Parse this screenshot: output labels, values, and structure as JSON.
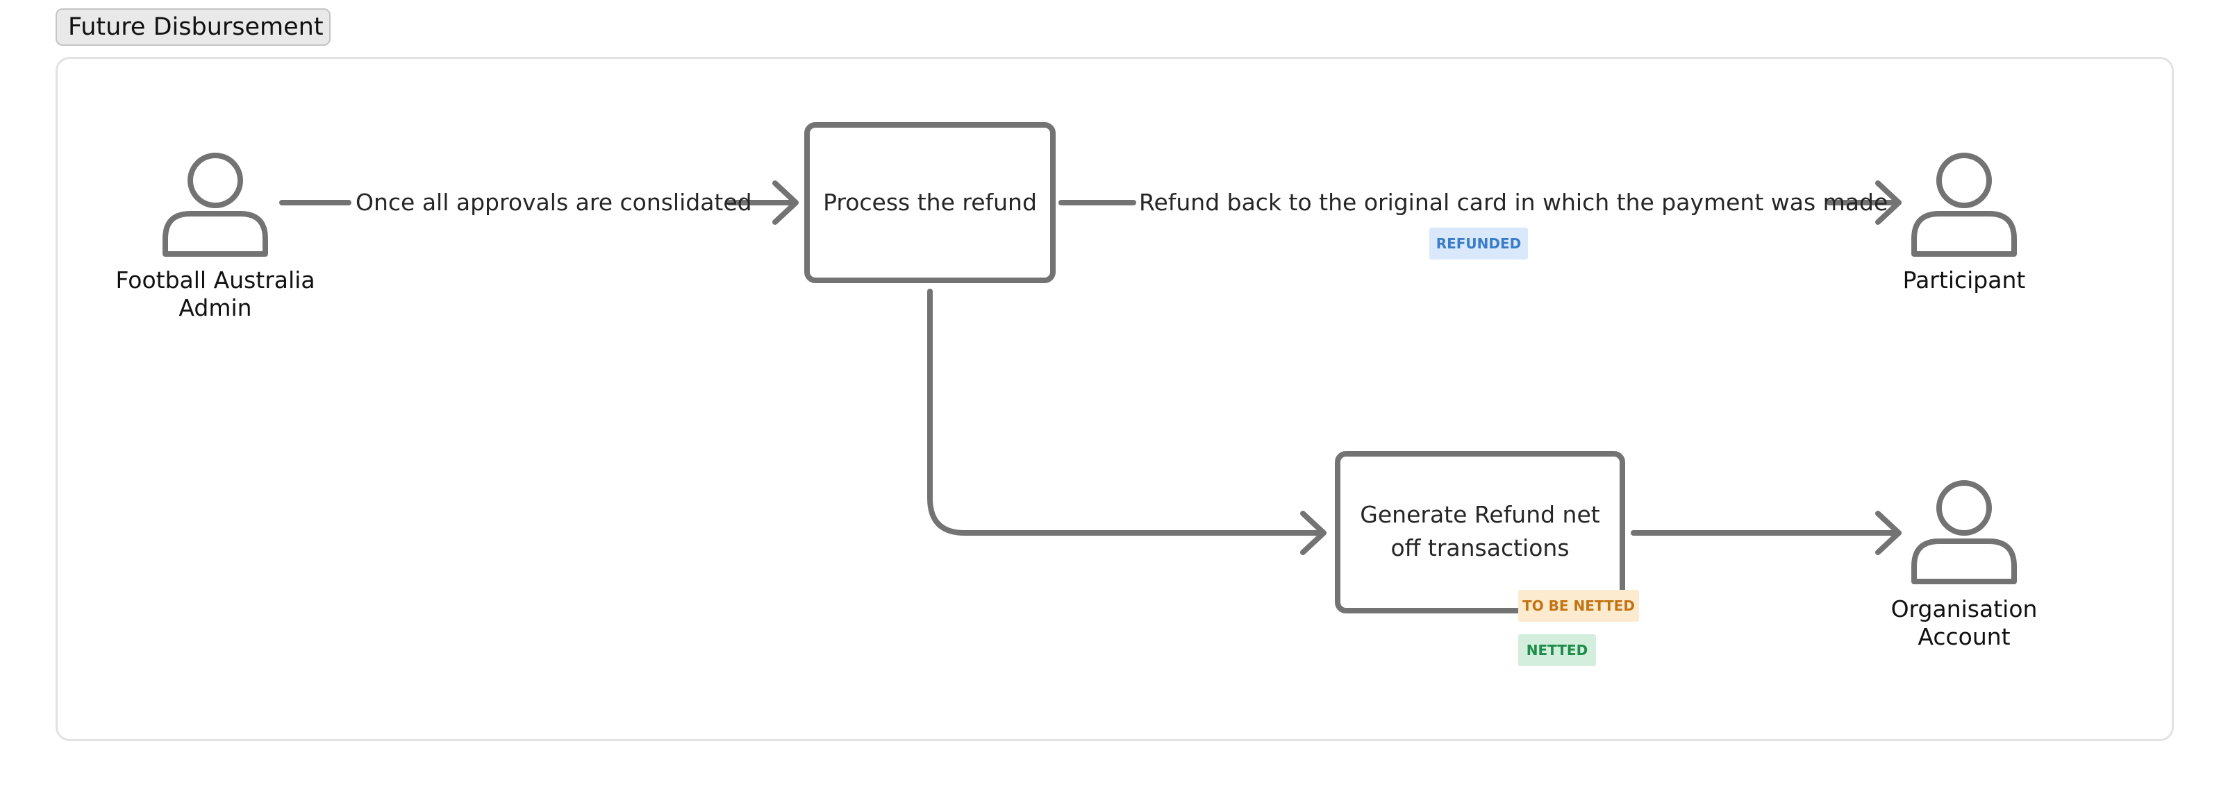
{
  "title": "Future Disbursement",
  "actors": {
    "admin": {
      "name_line1": "Football Australia",
      "name_line2": "Admin"
    },
    "participant": {
      "name_line1": "Participant"
    },
    "organisation": {
      "name_line1": "Organisation",
      "name_line2": "Account"
    }
  },
  "processes": {
    "process_refund": {
      "line1": "Process the refund"
    },
    "generate_netoff": {
      "line1": "Generate Refund net",
      "line2": "off transactions"
    }
  },
  "edges": {
    "admin_to_process": "Once all approvals are conslidated",
    "process_to_participant": "Refund back to the original card in which the payment was made"
  },
  "badges": {
    "refunded": "REFUNDED",
    "to_be_netted": "TO BE NETTED",
    "netted": "NETTED"
  },
  "colors": {
    "stroke": "#737373",
    "frame_border": "#e2e2e2",
    "title_bg": "#e9e9e9",
    "refunded_bg": "#d9e9fb",
    "refunded_text": "#3a7cc8",
    "to_be_netted_bg": "#fdebd0",
    "to_be_netted_text": "#c27413",
    "netted_bg": "#d3eedd",
    "netted_text": "#1e8c4a"
  }
}
